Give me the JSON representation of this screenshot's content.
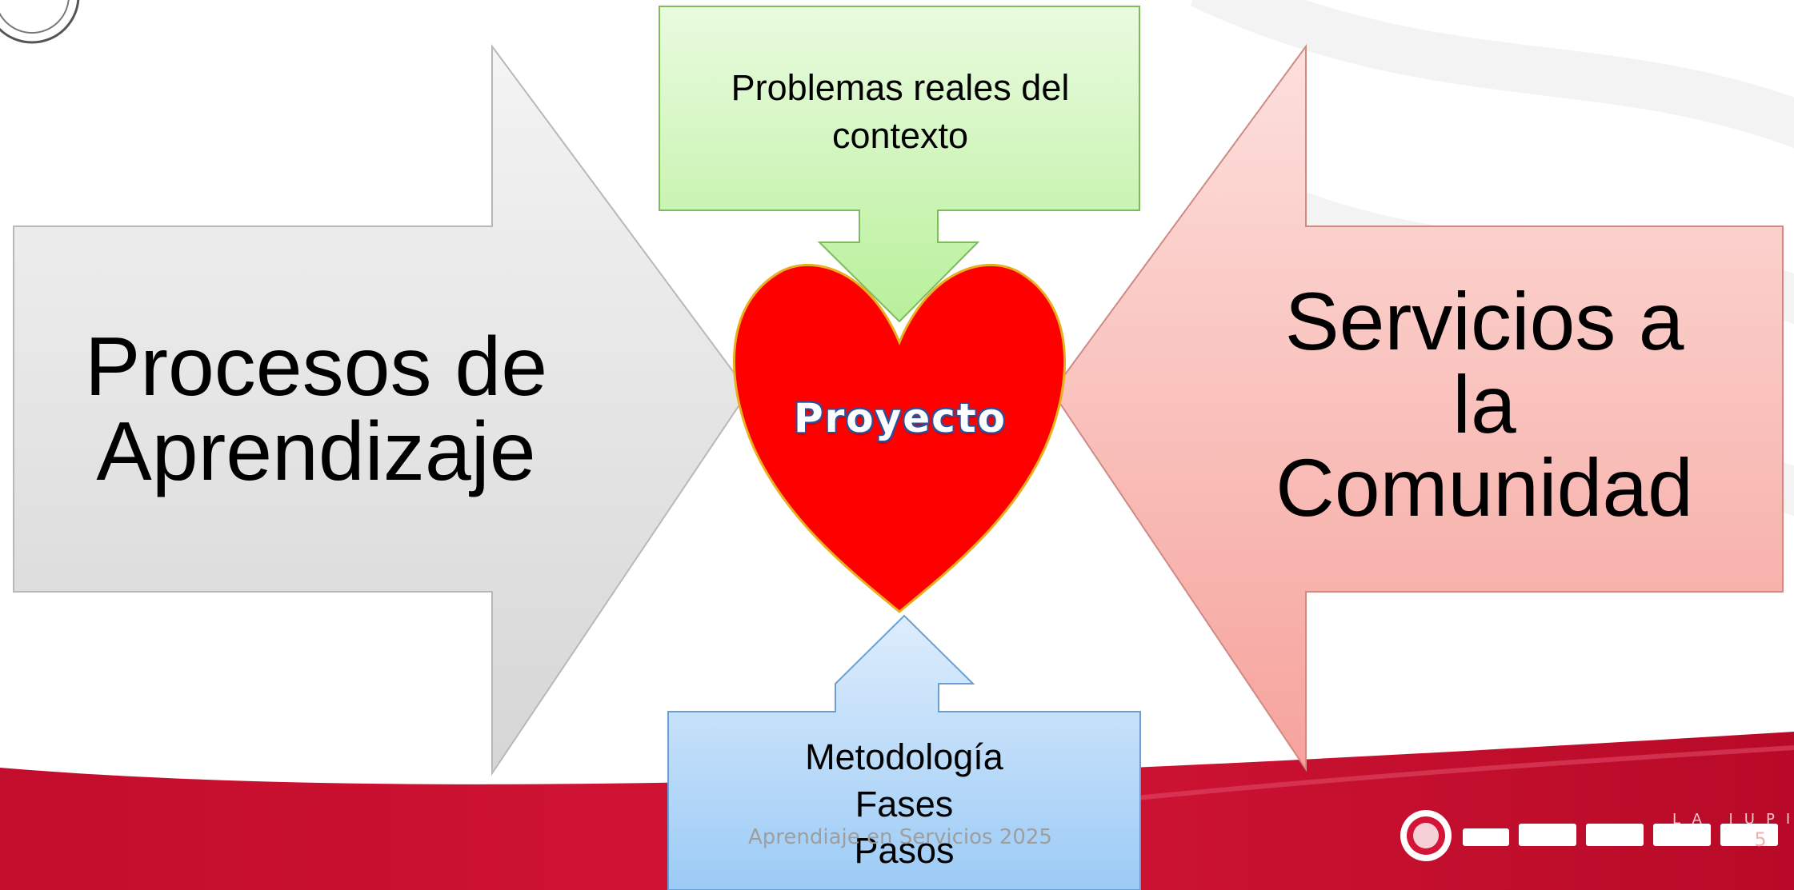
{
  "diagram": {
    "left_arrow": {
      "text": "Procesos de\nAprendizaje"
    },
    "right_arrow": {
      "text": "Servicios a\nla\nComunidad"
    },
    "top_box": {
      "text": "Problemas reales del\ncontexto"
    },
    "bottom_box": {
      "text": "Metodología\nFases\nPasos"
    },
    "center_heart": {
      "text": "Proyecto"
    }
  },
  "footer": {
    "text": "Aprendiaje en Servicios 2025",
    "page_number": "5",
    "logo_text": "LA IUPI"
  },
  "colors": {
    "heart_red": "#ff0000",
    "accent_red": "#c8102e",
    "green_box": "#c4f2a8",
    "blue_box": "#a9d0f5",
    "pink_arrow": "#f7b3ad",
    "gray_arrow": "#d9d9d9"
  }
}
